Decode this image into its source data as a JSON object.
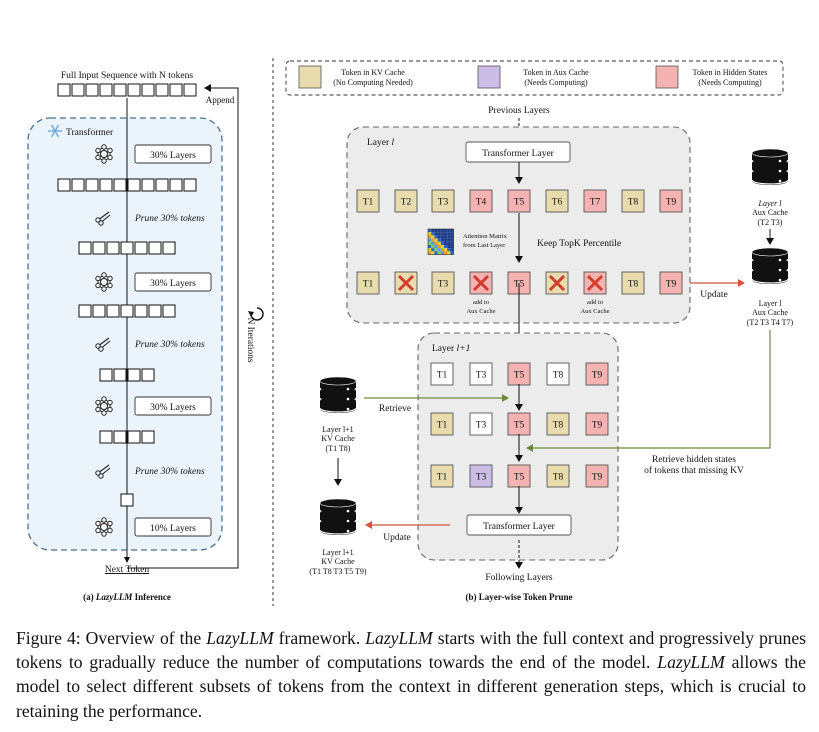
{
  "left_panel": {
    "input_label": "Full Input Sequence with N tokens",
    "append_label": "Append",
    "transformer_label": "Transformer",
    "layer_boxes": [
      "30% Layers",
      "30% Layers",
      "30% Layers",
      "10% Layers"
    ],
    "prune_labels": [
      "Prune 30% tokens",
      "Prune 30% tokens",
      "Prune 30% tokens"
    ],
    "token_row_counts": [
      10,
      10,
      7,
      7,
      4,
      4,
      1
    ],
    "iterations_label": "N Iterations",
    "next_token_label": "Next Token",
    "caption_prefix": "(a) ",
    "caption_italic": "LazyLLM",
    "caption_suffix": " Inference"
  },
  "legend": {
    "items": [
      {
        "label_line1": "Token in KV Cache",
        "label_line2": "(No Computing Needed)",
        "color": "#e8dcae"
      },
      {
        "label_line1": "Token in Aux Cache",
        "label_line2": "(Needs Computing)",
        "color": "#cbbde6"
      },
      {
        "label_line1": "Token in Hidden States",
        "label_line2": "(Needs Computing)",
        "color": "#f4b3b0"
      }
    ]
  },
  "right_panel": {
    "previous_layers": "Previous Layers",
    "layer_l_label": "Layer l",
    "transformer_layer": "Transformer Layer",
    "row1_tokens": [
      "T1",
      "T2",
      "T3",
      "T4",
      "T5",
      "T6",
      "T7",
      "T8",
      "T9"
    ],
    "attention_line1": "Attention Matrix",
    "attention_line2": "from Last Layer",
    "keep_topk": "Keep TopK Percentile",
    "row2_tokens": [
      "T1",
      "",
      "T3",
      "",
      "T5",
      "",
      "",
      "T8",
      "T9"
    ],
    "add_to_1": "add to",
    "aux_cache_1": "Aux Cache",
    "add_to_2": "add to",
    "aux_cache_2": "Aux Cache",
    "update_label": "Update",
    "aux_cache_top": [
      "Layer l",
      "Aux Cache",
      "(T2 T3)"
    ],
    "aux_cache_bottom": [
      "Layer l",
      "Aux Cache",
      "(T2 T3 T4 T7)"
    ],
    "layer_l1_label": "Layer l+1",
    "row3_tokens": [
      "T1",
      "T3",
      "T5",
      "T8",
      "T9"
    ],
    "row4_tokens": [
      "T1",
      "T3",
      "T5",
      "T8",
      "T9"
    ],
    "row5_tokens": [
      "T1",
      "T3",
      "T5",
      "T8",
      "T9"
    ],
    "retrieve_label": "Retrieve",
    "kv_cache_top": [
      "Layer l+1",
      "KV Cache",
      "(T1 T8)"
    ],
    "retrieve_hidden_1": "Retrieve hidden states",
    "retrieve_hidden_2": "of tokens that missing KV",
    "transformer_layer_2": "Transformer Layer",
    "update_label_2": "Update",
    "kv_cache_bottom": [
      "Layer l+1",
      "KV Cache",
      "(T1 T8 T3 T5 T9)"
    ],
    "following_layers": "Following Layers",
    "caption": "(b) Layer-wise Token Prune"
  },
  "colors": {
    "kv": "#e8dcae",
    "aux": "#cbbde6",
    "hidden": "#f4b3b0",
    "white": "#ffffff",
    "panel_bg": "#ebf3fb",
    "panel_border": "#4a6f92",
    "layer_bg": "#ececec",
    "green": "#6a8a3a",
    "red": "#d9533a",
    "cross": "#d33b2c"
  },
  "figure_caption": {
    "label": "Figure 4: Overview of the ",
    "lazy1": "LazyLLM",
    "s1": " framework. ",
    "lazy2": "LazyLLM",
    "s2": " starts with the full context and progressively prunes tokens to gradually reduce the number of computations towards the end of the model. ",
    "lazy3": "LazyLLM",
    "s3": " allows the model to select different subsets of tokens from the context in different generation steps, which is crucial to retaining the performance."
  }
}
